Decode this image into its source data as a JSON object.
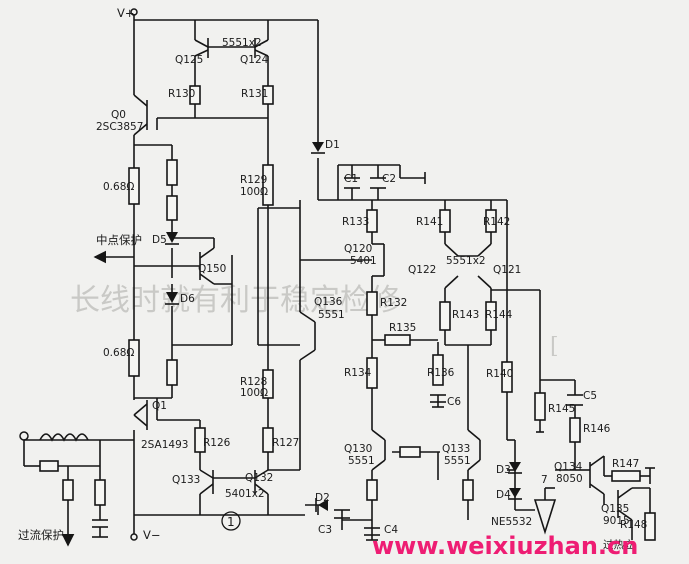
{
  "colors": {
    "paper": "#f1f1ef",
    "ink": "#161616",
    "watermark": "#ee1d73",
    "bleed_text": "#c9c9c6"
  },
  "power": {
    "vplus": "V+",
    "vminus": "V−"
  },
  "protection": {
    "midpoint": "中点保护",
    "overcurrent": "过流保护"
  },
  "figure_number": "1",
  "watermark": "www.weixiuzhan.cn",
  "bleed_through": {
    "line1": "长线时就有利于稳定检修",
    "line2": "["
  },
  "transistors": {
    "q0": [
      "Q0",
      "2SC3857"
    ],
    "q1": [
      "Q1",
      "2SA1493"
    ],
    "q124": "Q124",
    "q125": "Q125",
    "q124_125_pair": "5551x2",
    "q120": [
      "Q120",
      "5401"
    ],
    "q121": "Q121",
    "q122": "Q122",
    "q121_122_pair": "5551x2",
    "q130": [
      "Q130",
      "5551"
    ],
    "q133_right": [
      "Q133",
      "5551"
    ],
    "q133_left": "Q133",
    "q132": "Q132",
    "q132_pair": "5401x2",
    "q136": [
      "Q136",
      "5551"
    ],
    "q150": "Q150",
    "q134": [
      "Q134",
      "8050"
    ],
    "q135": [
      "Q135",
      "9015"
    ]
  },
  "resistors": {
    "r130": "R130",
    "r131": "R131",
    "r129": [
      "R129",
      "100Ω"
    ],
    "r128": [
      "R128",
      "100Ω"
    ],
    "r126": "R126",
    "r127": "R127",
    "r133": "R133",
    "r132": "R132",
    "r134": "R134",
    "r135": "R135",
    "r136": "R136",
    "r141": "R141",
    "r142": "R142",
    "r143": "R143",
    "r144": "R144",
    "r140": "R140",
    "r145": "R145",
    "r146": "R146",
    "r147": "R147",
    "r148": "R148",
    "re_top": "0.68Ω",
    "re_bottom": "0.68Ω"
  },
  "capacitors": {
    "c1": "C1",
    "c2": "C2",
    "c3": "C3",
    "c4": "C4",
    "c5": "C5",
    "c6": "C6"
  },
  "diodes": {
    "d1": "D1",
    "d2": "D2",
    "d3": "D3",
    "d4": "D4",
    "d5": "D5",
    "d6": "D6"
  },
  "opamp": {
    "name": "NE5532",
    "pin": "7"
  },
  "partial_label": "过热立"
}
